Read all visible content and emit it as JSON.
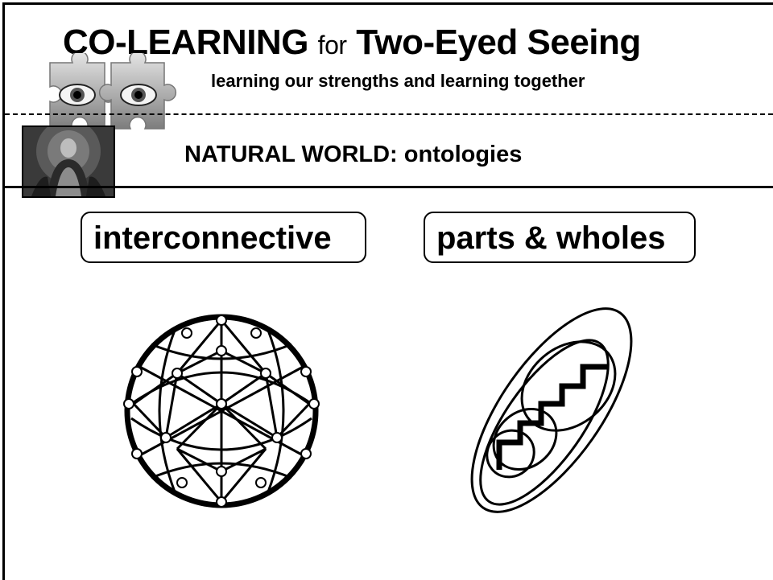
{
  "header": {
    "title_part1": "CO-LEARNING",
    "title_for": "for",
    "title_part2": "Two-Eyed Seeing",
    "subtitle": "learning our strengths and learning together"
  },
  "section": {
    "title": "NATURAL WORLD:  ontologies"
  },
  "concepts": [
    {
      "label": "interconnective",
      "icon": "geodesic-sphere-icon"
    },
    {
      "label": "parts & wholes",
      "icon": "nested-ovals-icon"
    }
  ]
}
